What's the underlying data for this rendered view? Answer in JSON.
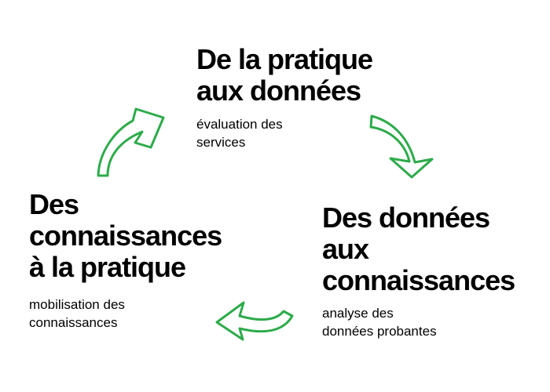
{
  "colors": {
    "arrow": "#2eab4b",
    "text": "#000000",
    "background": "#ffffff"
  },
  "stages": {
    "top": {
      "title_lines": [
        "De la pratique",
        "aux données"
      ],
      "subtitle_lines": [
        "évaluation des",
        "services"
      ]
    },
    "right": {
      "title_lines": [
        "Des données",
        "aux",
        "connaissances"
      ],
      "subtitle_lines": [
        "analyse des",
        "données probantes"
      ]
    },
    "left": {
      "title_lines": [
        "Des",
        "connaissances",
        "à la pratique"
      ],
      "subtitle_lines": [
        "mobilisation des",
        "connaissances"
      ]
    }
  },
  "arrows": [
    {
      "name": "arrow-top-to-right",
      "direction": "clockwise"
    },
    {
      "name": "arrow-right-to-left",
      "direction": "clockwise"
    },
    {
      "name": "arrow-left-to-top",
      "direction": "clockwise"
    }
  ]
}
